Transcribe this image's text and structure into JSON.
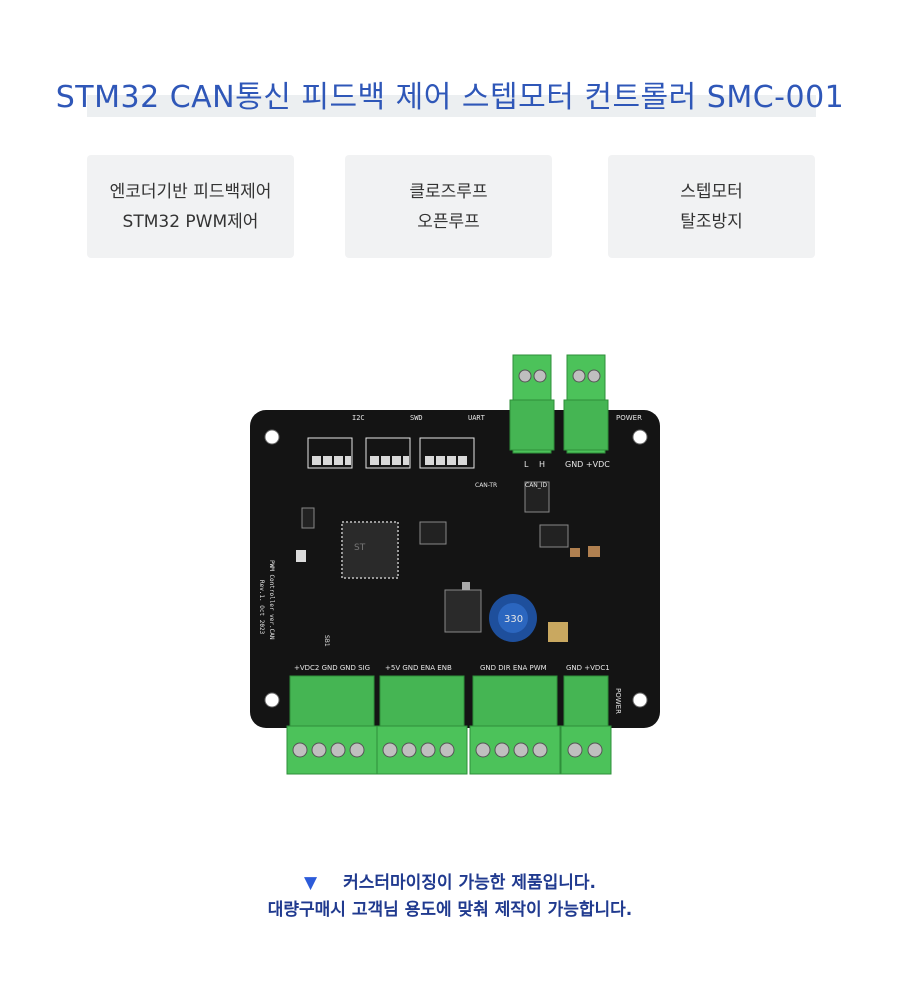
{
  "title": "STM32 CAN통신 피드백 제어 스텝모터 컨트롤러 SMC-001",
  "features": [
    {
      "line1": "엔코더기반 피드백제어",
      "line2": "STM32 PWM제어"
    },
    {
      "line1": "클로즈루프",
      "line2": "오픈루프"
    },
    {
      "line1": "스텝모터",
      "line2": "탈조방지"
    }
  ],
  "board": {
    "label_i2c": "I2C",
    "label_swd": "SWD",
    "label_uart": "UART",
    "label_power_top": "POWER",
    "label_power_bottom": "POWER",
    "label_can_l": "L",
    "label_can_h": "H",
    "label_gnd_vdc": "GND  +VDC",
    "label_can_id": "CAN_ID",
    "label_can_tr": "CAN-TR",
    "label_sb1": "SB1",
    "label_inductor": "330",
    "board_text": "PWM Controller ver.CAN",
    "board_rev": "Rev.1. Oct 2023",
    "label_j1": "+VDC2 GND GND SIG",
    "label_j2": "+5V GND ENA ENB",
    "label_j3": "GND DIR ENA PWM",
    "label_j4": "GND +VDC1"
  },
  "footer": {
    "arrow": "▼",
    "line1": "커스터마이징이 가능한 제품입니다.",
    "line2": "대량구매시 고객님 용도에 맞춰 제작이 가능합니다."
  },
  "colors": {
    "title": "#2f57b8",
    "footer": "#203a8f",
    "card_bg": "#f1f2f3",
    "pcb": "#141414",
    "terminal": "#4cc25a"
  }
}
